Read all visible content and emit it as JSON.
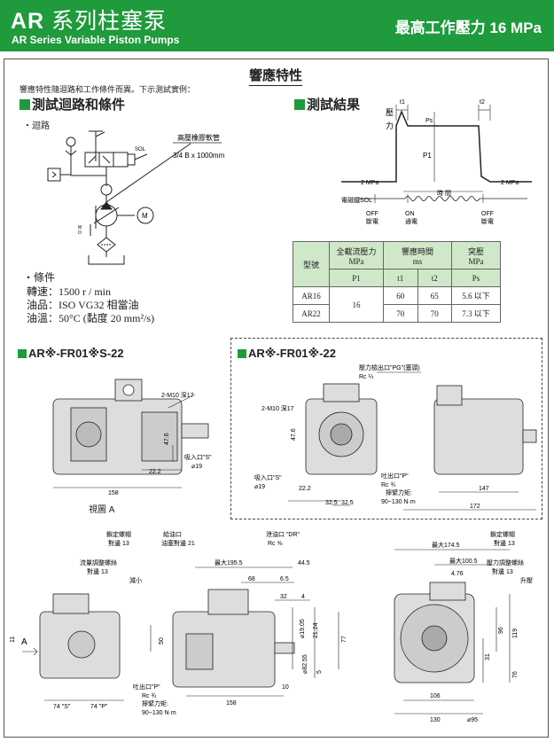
{
  "header": {
    "title_prefix": "AR",
    "title_cn": "系列柱塞泵",
    "subtitle": "AR Series Variable Piston Pumps",
    "pressure": "最高工作壓力  16 MPa",
    "bg_color": "#1f9a3c"
  },
  "section_title": "響應特性",
  "intro": "響應特性隨迴路和工作條件而異。下示測試實例：",
  "test_circuit": {
    "heading": "測試迴路和條件",
    "circuit_label": "・迴路",
    "hose_label": "高壓橡膠軟管",
    "hose_size": "3/4 B x 1000mm",
    "sol_label": "SOL",
    "mo_label": "M\nO",
    "motor_label": "M",
    "conditions_label": "・條件",
    "conditions": [
      "轉速：1500 r / min",
      "油品：ISO VG32 相當油",
      "油溫：50°C (黏度 20 mm²/s)"
    ]
  },
  "test_result": {
    "heading": "測試結果",
    "pressure_axis": "壓\n力",
    "t1": "t1",
    "t2": "t2",
    "ps": "Ps",
    "p1": "P1",
    "left_p": "2 MPa",
    "right_p": "2 MPa",
    "time_label": "時 間",
    "sol_label": "電磁鐵SOL",
    "states": [
      {
        "top": "OFF",
        "bottom": "斷電"
      },
      {
        "top": "ON",
        "bottom": "通電"
      },
      {
        "top": "OFF",
        "bottom": "斷電"
      }
    ]
  },
  "table": {
    "h_model": "型號",
    "h_flow": "全截流壓力",
    "h_flow_unit": "MPa",
    "h_resp": "響應時間",
    "h_resp_unit": "ms",
    "h_surge": "突壓",
    "h_surge_unit": "MPa",
    "sub_p1": "P1",
    "sub_t1": "t1",
    "sub_t2": "t2",
    "sub_ps": "Ps",
    "rows": [
      {
        "model": "AR16",
        "t1": "60",
        "t2": "65",
        "ps": "5.6 以下"
      },
      {
        "model": "AR22",
        "t1": "70",
        "t2": "70",
        "ps": "7.3 以下"
      }
    ],
    "p1_value": "16"
  },
  "drawing1": {
    "heading": "AR※-FR01※S-22",
    "m10": "2-M10 深17",
    "d47": "47.6",
    "d222": "22.2",
    "suction": "吸入口\"S\"",
    "d19": "⌀19",
    "d158": "158",
    "view_a": "視圖 A"
  },
  "drawing2": {
    "heading": "AR※-FR01※-22",
    "gauge_port": "壓力檢出口\"PG\"(塞頭)",
    "gauge_rc": "Rc ¼",
    "m10": "2-M10 深17",
    "d47": "47.6",
    "suction": "吸入口\"S\"",
    "d19": "⌀19",
    "d222": "22.2",
    "d325a": "32.5",
    "d325b": "32.5",
    "discharge": "吐出口\"P\"",
    "discharge_rc": "Rc ¾",
    "torque_label": "擰緊力矩:",
    "torque": "90~130 N·m",
    "d147": "147",
    "d172": "172"
  },
  "drawing3": {
    "lock_nut": "鎖定螺帽",
    "lock_nut_size": "對邊 13",
    "flow_adj": "流量調整螺絲",
    "flow_adj_size": "對邊 13",
    "decrease": "減小",
    "fill_port": "給油口",
    "fill_size": "油塞對邊 21",
    "drain": "泄油口 \"DR\"",
    "drain_rc": "Rc ⅜",
    "d1955": "最大195.5",
    "d445": "44.5",
    "d68": "68",
    "d65": "6.5",
    "d32": "32",
    "d4": "4",
    "d1905": "⌀19.05",
    "d212": "21.24",
    "d8255": "⌀82.55",
    "d5": "5",
    "d77": "77",
    "d50": "50",
    "d11": "11",
    "d10": "10",
    "d158": "158",
    "discharge": "吐出口\"P\"",
    "discharge_rc": "Rc ¾",
    "torque_label": "擰緊力矩:",
    "torque": "90~130 N·m",
    "d74s": "74 \"S\"",
    "d74p": "74 \"P\"",
    "a_label": "A"
  },
  "drawing4": {
    "d1745": "最大174.5",
    "d1005": "最大100.5",
    "d476": "4.76",
    "lock_nut": "鎖定螺帽",
    "lock_nut_size": "對邊 13",
    "press_adj": "壓力調整螺絲",
    "press_adj_size": "對邊 13",
    "increase": "升壓",
    "d96": "96",
    "d119": "119",
    "d31": "31",
    "d76": "76",
    "d106": "106",
    "d130": "130",
    "d95": "⌀95"
  }
}
